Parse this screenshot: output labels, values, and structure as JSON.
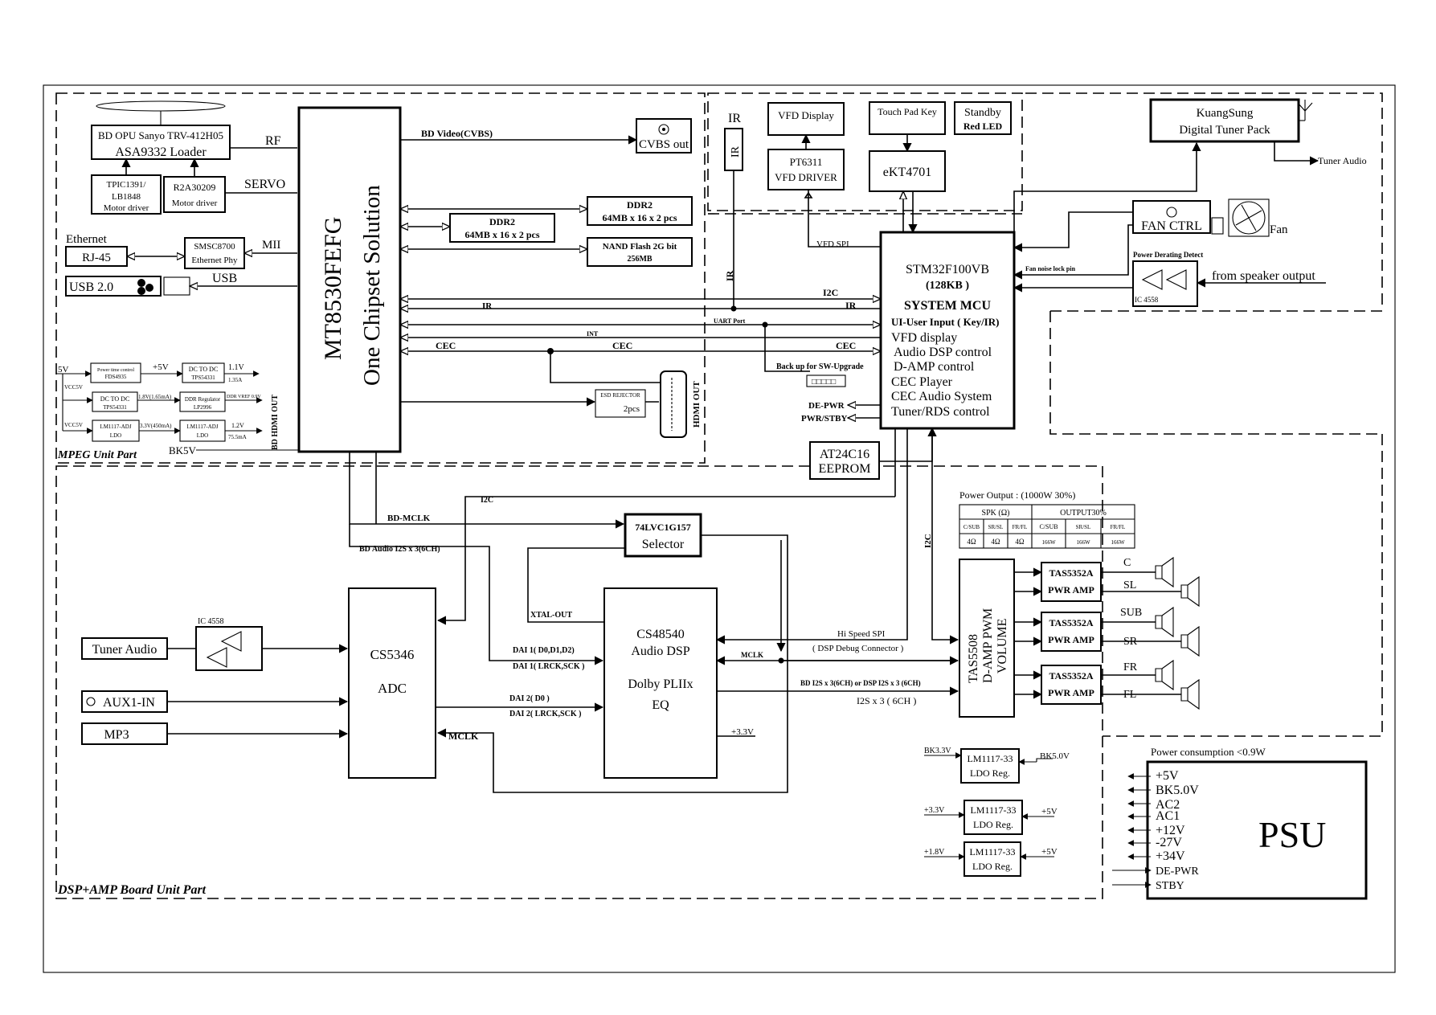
{
  "regions": {
    "mpeg": "MPEG Unit Part",
    "dsp_amp": "DSP+AMP Board Unit Part"
  },
  "mpeg": {
    "opu": [
      "BD OPU Sanyo TRV-412H05",
      "ASA9332 Loader"
    ],
    "tpic": [
      "TPIC1391/",
      "LB1848",
      "Motor driver"
    ],
    "r2a": [
      "R2A30209",
      "Motor driver"
    ],
    "rf": "RF",
    "servo": "SERVO",
    "ethernet": "Ethernet",
    "rj45": "RJ-45",
    "smsc": [
      "SMSC8700",
      "Ethernet Phy"
    ],
    "mii": "MII",
    "usb_label": "USB 2.0",
    "usb_line": "USB",
    "mt_main": "MT8530FEFG",
    "mt_sub": "One Chipset Solution",
    "bd_video": "BD Video(CVBS)",
    "cvbs": "CVBS out",
    "ddr2_a": [
      "DDR2",
      "64MB x 16 x 2 pcs"
    ],
    "ddr2_b": [
      "DDR2",
      "64MB x 16 x 2 pcs"
    ],
    "nand": [
      "NAND Flash 2G bit",
      "256MB"
    ],
    "esd": [
      "ESD REJECTOR",
      "2pcs"
    ],
    "hdmi_out": "HDMI OUT",
    "bd_hdmi_out": "BD HDMI OUT",
    "power": {
      "v5": "5V",
      "p5v": "+5V",
      "power_seq": [
        "Power time control",
        "FDS4935"
      ],
      "dcdc1": [
        "DC TO DC",
        "TPS54331"
      ],
      "out1": [
        "1.1V",
        "1.35A"
      ],
      "vcc5v_a": "VCC5V",
      "dcdc2": [
        "DC TO DC",
        "TPS54331"
      ],
      "v18": "1.8V(1.65mA)",
      "ddr_reg": [
        "DDR Regulator",
        "LP2996"
      ],
      "ddr_vref": "DDR VREF 0.9V",
      "vcc5v_b": "VCC5V",
      "lm1117a": [
        "LM1117-ADJ",
        "LDO"
      ],
      "v33": "3.3V(450mA)",
      "lm1117b": [
        "LM1117-ADJ",
        "LDO"
      ],
      "out3": [
        "1.2V",
        "75.5mA"
      ],
      "bk5v": "BK5V"
    }
  },
  "top": {
    "ir": "IR",
    "ir_sensor": "IR",
    "vfd_display": "VFD Display",
    "pt6311": [
      "PT6311",
      "VFD DRIVER"
    ],
    "touch_pad": "Touch Pad Key",
    "ekt": "eKT4701",
    "standby": [
      "Standby",
      "Red LED"
    ],
    "tuner_pack": [
      "KuangSung",
      "Digital Tuner Pack"
    ],
    "tuner_audio": "Tuner Audio",
    "fan_ctrl": "FAN CTRL",
    "fan": "Fan",
    "power_derating": "Power Derating Detect",
    "fan_lock": "Fan noise lock pin",
    "speaker_out": "from speaker output",
    "ic4558": "IC 4558"
  },
  "mcu": {
    "part": "STM32F100VB",
    "mem": "(128KB )",
    "title": "SYSTEM MCU",
    "functions": [
      "UI-User Input ( Key/IR)",
      "VFD display",
      "Audio DSP control",
      "D-AMP control",
      "CEC Player",
      "CEC Audio System",
      "Tuner/RDS control"
    ],
    "vfd_spi": "VFD SPI",
    "i2c": "I2C",
    "ir": "IR",
    "uart": "UART Port",
    "int": "INT",
    "cec": "CEC",
    "backup": "Back up for SW-Upgrade",
    "de_pwr": "DE-PWR",
    "pwr_stby": "PWR/STBY",
    "eeprom": [
      "AT24C16",
      "EEPROM"
    ],
    "ir_vert": "IR"
  },
  "bus": {
    "ir_left": "IR",
    "cec_left": "CEC",
    "cec_mid": "CEC",
    "i2c_dsp": "I2C",
    "bd_mclk": "BD-MCLK",
    "bd_audio": "BD Audio I2S x 3(6CH)",
    "xtal": "XTAL-OUT",
    "dai1": [
      "DAI 1( D0,D1,D2)",
      "DAI 1( LRCK,SCK )"
    ],
    "dai2": [
      "DAI 2( D0 )",
      "DAI 2( LRCK,SCK )"
    ],
    "mclk_left": "MCLK",
    "mclk_right": "MCLK",
    "hispeed": [
      "Hi Speed SPI",
      "( DSP Debug Connector )"
    ],
    "bd_i2s": "BD  I2S x 3(6CH) or DSP I2S x 3 (6CH)",
    "i2s3": "I2S x 3 ( 6CH )",
    "v33": "+3.3V",
    "i2c_vert": "I2C"
  },
  "dsp": {
    "tuner_audio": "Tuner Audio",
    "ic4558": "IC 4558",
    "aux": "AUX1-IN",
    "mp3": "MP3",
    "adc": [
      "CS5346",
      "ADC"
    ],
    "selector": [
      "74LVC1G157",
      "Selector"
    ],
    "dsp": [
      "CS48540",
      "Audio DSP",
      "Dolby PLIIx",
      "EQ"
    ],
    "tas5508": [
      "TAS5508",
      "D-AMP PWM",
      "VOLUME"
    ],
    "amps": [
      {
        "name": "TAS5352A",
        "sub": "PWR AMP",
        "ch1": "C",
        "ch2": "SL"
      },
      {
        "name": "TAS5352A",
        "sub": "PWR AMP",
        "ch1": "SUB",
        "ch2": "SR"
      },
      {
        "name": "TAS5352A",
        "sub": "PWR AMP",
        "ch1": "FR",
        "ch2": "FL"
      }
    ]
  },
  "power_table": {
    "title": "Power Output : (1000W 30%)",
    "h1": "SPK (Ω)",
    "h2": "OUTPUT30%",
    "cols": [
      "C/SUB",
      "SR/SL",
      "FR/FL",
      "C/SUB",
      "SR/SL",
      "FR/FL"
    ],
    "vals": [
      "4Ω",
      "4Ω",
      "4Ω",
      "166W",
      "166W",
      "166W"
    ]
  },
  "ldo": [
    {
      "in": "BK3.3V",
      "name": "LM1117-33",
      "sub": "LDO Reg.",
      "out": "BK5.0V"
    },
    {
      "in": "+3.3V",
      "name": "LM1117-33",
      "sub": "LDO Reg.",
      "out": "+5V"
    },
    {
      "in": "+1.8V",
      "name": "LM1117-33",
      "sub": "LDO Reg.",
      "out": "+5V"
    }
  ],
  "psu": {
    "title": "PSU",
    "consumption": "Power consumption <0.9W",
    "rails": [
      "+5V",
      "BK5.0V",
      "AC2",
      "AC1",
      "+12V",
      "-27V",
      "+34V",
      "DE-PWR",
      "STBY"
    ]
  }
}
